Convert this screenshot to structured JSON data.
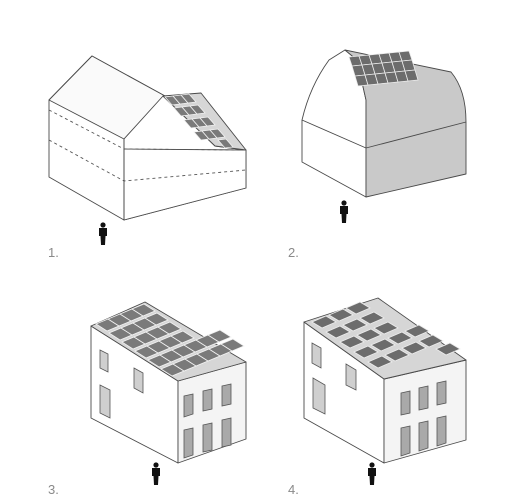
{
  "figure": {
    "panels": [
      {
        "label": "1."
      },
      {
        "label": "2."
      },
      {
        "label": "3."
      },
      {
        "label": "4."
      }
    ]
  }
}
